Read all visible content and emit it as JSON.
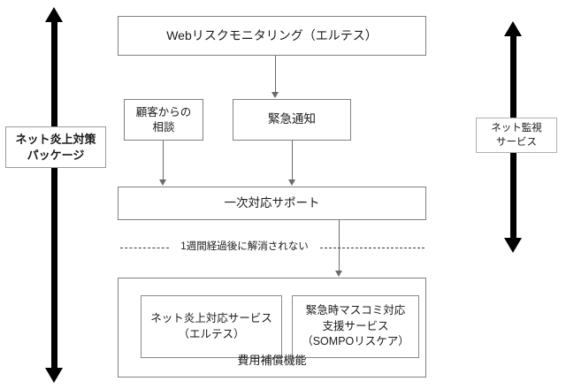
{
  "diagram": {
    "title_box": {
      "label": "Webリスクモニタリング（エルテス）"
    },
    "row2": {
      "consult": {
        "line1": "顧客からの",
        "line2": "相談"
      },
      "urgent": {
        "label": "緊急通知"
      }
    },
    "support_box": {
      "label": "一次対応サポート"
    },
    "separator": {
      "label": "1週間経過後に解消されない"
    },
    "compensation": {
      "outer_label": "費用補償機能",
      "inner": [
        {
          "line1": "ネット炎上対応サービス",
          "line2": "（エルテス）"
        },
        {
          "line1": "緊急時マスコミ対応",
          "line2": "支援サービス",
          "line3": "（SOMPOリスケア）"
        }
      ]
    },
    "scope_labels": {
      "left": {
        "line1": "ネット炎上対策",
        "line2": "パッケージ"
      },
      "right": {
        "line1": "ネット監視",
        "line2": "サービス"
      }
    },
    "colors": {
      "arrow": "#000000",
      "box_border": "#808080",
      "inner_border": "#8a8a8a",
      "connector": "#6a6a6a",
      "dashed": "#3a3a3a",
      "text": "#1a1a1a",
      "background": "#ffffff"
    }
  }
}
